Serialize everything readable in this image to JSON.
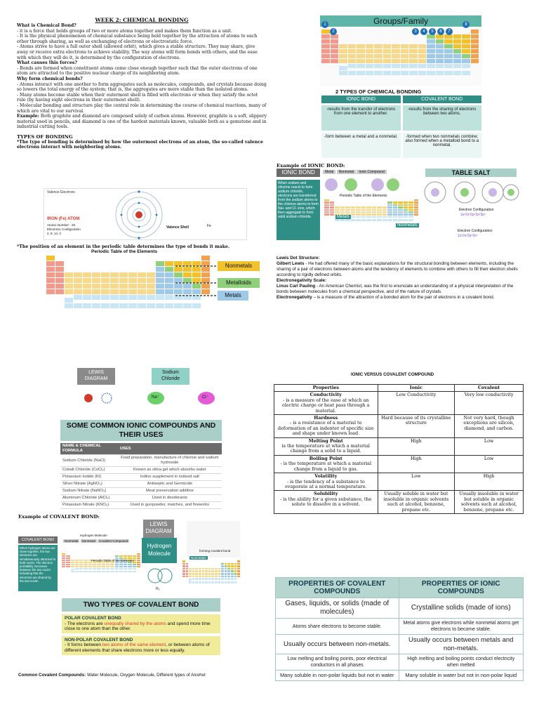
{
  "left_top": {
    "title": "WEEK 2: CHEMICAL BONDING",
    "paragraphs": [
      {
        "h": "What is Chemical Bond?",
        "t": "- it is a force that holds groups of two or more atoms together and makes them function as a unit.\n- It is the physical phenomenon of chemical substance being held together by the attraction of atoms to each other through sharing, as well as exchanging of electrons or electrostatic force.\n- Atoms strive to have a full outer shell (allowed orbit), which gives a stable structure. They may share, give away or receive extra electrons to achieve stability. The way atoms will form bonds with others, and the ease with which they will do it, is determined by the configuration of electrons."
      },
      {
        "h": "What causes this forces?",
        "t": "- Bonds are formed when constituent atoms come close enough together such that the outer electrons of one atom are attracted to the positive nuclear charge of its neighboring atom."
      },
      {
        "h": "Why form chemical bonds?",
        "t": "- Atoms interact with one another to form aggregates such as molecules, compounds, and crystals because doing so lowers the total energy of the system; that is, the aggregates are more stable than the isolated atoms.\n- Many atoms become stable when their outermost shell is filled with electrons or when they satisfy the octet rule (by having eight electrons in their outermost shell).\n- Molecular bonding and structure play the central role in determining the course of chemical reactions, many of which are vital to our survival."
      },
      {
        "h": "Example:",
        "t": "Both graphite and diamond are composed solely of carbon atoms. However, graphite is a soft, slippery material used in pencils, and diamond is one of the hardest materials known, valuable both as a gemstone and in industrial cutting tools."
      }
    ],
    "types_heading": "TYPES OF BONDING",
    "types_text": "*The type of bonding is determined by how the outermost electrons of an atom, the so-called valence electrons interact with neighboring atoms.",
    "position_text": "*The position of an element in the periodic table determines the type of bonds it make.",
    "ptable_title": "Periodic Table of the Elements",
    "atom_labels": {
      "valence": "Valence Electrons",
      "iron": "IRON (Fe) ATOM",
      "atomic": "Atomic Number - 26",
      "config": "Electronic Configuration",
      "config_val": "2, 8, 14, 2",
      "shell": "Valence Shell",
      "fe": "Fe"
    },
    "pt_labels": [
      "Nonmetals",
      "Metalloids",
      "Metals"
    ]
  },
  "right_top": {
    "groups_title": "Groups/Family",
    "group_nums": [
      "1",
      "2",
      "3",
      "4",
      "5",
      "6",
      "7",
      "8"
    ],
    "two_types_title": "2 TYPES OF CHEMICAL BONDING",
    "ionic_head": "IONIC BOND",
    "covalent_head": "COVALENT BOND",
    "ionic_1": "-results from the transfer of electrons from one element to another.",
    "covalent_1": "-results from the sharing of electrons between two atoms.",
    "ionic_2": "-form between a metal and a nonmetal.",
    "covalent_2": "-formed when two nonmetals combine; also formed when a metalloid bond to a nonmetal.",
    "example_ionic": "Example of IONIC BOND:",
    "ionic_bond_label": "IONIC BOND",
    "table_salt": "TABLE SALT",
    "ionic_desc": "When sodium and chlorine reacts to form sodium chloride, electrons are transferred from the sodium atoms to the chlorine atoms to form Na+ and Cl- ions, which then aggregate to form solid sodium chloride.",
    "mini_heads": [
      "Metal",
      "Nonmetal",
      "Ionic Compound"
    ],
    "ec1": "Electron Configuration",
    "ec1v": "1s²2s²2p⁶3s²3p⁵",
    "ec2": "Electron Configuration",
    "ec2v": "1s²2s²2p⁶3s¹",
    "pt_small": "Periodic Table of the Elements",
    "metals_tag": "Metals",
    "nonmetals_tag": "Nonmetals",
    "lewis_h": "Lewis Dot Structure:",
    "lewis_name": "Gilbert Lewis",
    "lewis_t": " - He had offered many of the basic explanations for the structural bonding between elements, including the sharing of a pair of electrons between atoms and the tendency of elements to combine with others to fill their electron shells according to rigidly defined orbits.",
    "en_h": "Electronegativity Scale:",
    "en_name": "Linus Carl Pauling",
    "en_t": " - An American Chemist, was the first to enunciate an understanding of a physical interpretation of the bonds between molecules from a chemical perspective, and of the nature of crystals.",
    "elec_name": "Electronegativity",
    "elec_t": " – is a measure of the attraction of a bonded atom for the pair of electrons in a covalent bond."
  },
  "left_bottom": {
    "lewis_diagram": "LEWIS\nDIAGRAM",
    "sodium_chloride": "Sodium\nChloride",
    "na_plus": "Na⁺",
    "cl_minus": "Cl⁻",
    "common_title": "SOME COMMON IONIC COMPOUNDS AND THEIR USES",
    "uses_headers": [
      "NAME & CHEMICAL FORMULA",
      "USES"
    ],
    "uses_rows": [
      [
        "Sodium Chloride (NaCl)",
        "Food preparation, manufacture of chlorine and sodium hydroxide"
      ],
      [
        "Cobalt Chloride (CoCl₂)",
        "Known as silica gel which absorbs water"
      ],
      [
        "Potassium Iodide (KI)",
        "Iodine supplement in iodized salt"
      ],
      [
        "Silver Nitrate (AgNO₃)",
        "Antiseptic and Germicide"
      ],
      [
        "Sodium Nitrate (NaNO₃)",
        "Meat preservation additive"
      ],
      [
        "Aluminum Chloride (AlCl₃)",
        "Used in deodorants"
      ],
      [
        "Potassium Nitrate (KNO₃)",
        "Used in gunpowder, matches, and fireworks"
      ]
    ],
    "example_cov": "Example of COVALENT BOND:",
    "cov_bond_tag": "COVALENT BOND",
    "cov_desc": "When hydrogen atoms are close together, the two electrons are simultaneously attracted to both nuclei. The electron probability increases between the two nuclei indicating that the electrons are shared by the two nuclei.",
    "hydrogen_mol_head": "Hydrogen Molecule",
    "mini_heads": [
      "Nonmetal",
      "Nonmetal",
      "Covalent Compound"
    ],
    "lewis2": "LEWIS\nDIAGRAM",
    "hydrogen_molecule": "Hydrogen\nMolecule",
    "h2": "H₂",
    "forming": "forming covalent bond",
    "pt_small": "Periodic Table of the Elements",
    "nonmetals_tag": "Nonmetals",
    "two_cov_title": "TWO TYPES OF COVALENT BOND",
    "polar_h": "POLAR COVALENT BOND",
    "polar_t1": "- The electrons are ",
    "polar_em": "unequally shared by the atoms",
    "polar_t2": " and spend more time close to one atom than the other.",
    "nonpolar_h": "NON-POLAR COVALENT BOND",
    "nonpolar_t1": "- It forms between ",
    "nonpolar_em": "two atoms of the same element",
    "nonpolar_t2": ", or between atoms of different elements that share electrons more or less equally.",
    "common_cov_label": "Common Covalent Compounds:",
    "common_cov_text": " Water Molecule, Oxygen Molecule, Different types of Alcohol"
  },
  "right_bottom": {
    "ivc_title": "IONIC VERSUS COVALENT COMPOUND",
    "headers": [
      "Properties",
      "Ionic",
      "Covalent"
    ],
    "rows": [
      {
        "p": "Conductivity",
        "d": "- is a measure of the ease at which an electric charge or heat pass through a material.",
        "i": "Low Conductivity",
        "c": "Very low conductivity"
      },
      {
        "p": "Hardness",
        "d": "- is a resistance of a material to deformation of an indenter of specific size and shape under known load.",
        "i": "Hard because of its crystalline structure",
        "c": "Not very hard, though exceptions are silicon, diamond, and carbon."
      },
      {
        "p": "Melting Point",
        "d": "is the temperature at which a material change from a solid to a liquid.",
        "i": "High",
        "c": "Low"
      },
      {
        "p": "Boiling Point",
        "d": "- is the temperature at which a material change from a liquid to gas.",
        "i": "High",
        "c": "Low"
      },
      {
        "p": "Volatility",
        "d": "- is the tendency of a substance to evaporate at a normal temperature.",
        "i": "Low",
        "c": "High"
      },
      {
        "p": "Solubility",
        "d": "- is the ability for a given substance, the solute to dissolve in a solvent.",
        "i": "Usually soluble in water but insoluble in organic solvents such at alcohol, benzene, propane etc.",
        "c": "Usually insoluble in water but soluble in organic solvents such at alcohol, benzene, propane etc."
      }
    ],
    "pc_headers": [
      "PROPERTIES OF COVALENT COMPOUNDS",
      "PROPERTIES OF IONIC COMPOUNDS"
    ],
    "pc_rows": [
      [
        "Gases, liquids, or solids (made of molecules)",
        "Crystalline solids (made of ions)"
      ],
      [
        "Atoms share electrons to become stable.",
        "Metal atoms give electrons while nonmetal atoms get electrons to become stable."
      ],
      [
        "Usually occurs between non-metals.",
        "Usually occurs between metals and non-metals."
      ],
      [
        "Low melting and boiling points, poor electrical conductors in all phases",
        "High melting and boiling points conduct electricity when melted"
      ],
      [
        "Many soluble in non-polar liquids but not in water",
        "Many soluble in water but not in non-polar liquid"
      ]
    ]
  },
  "colors": {
    "teal": "#2f8f86",
    "teal_light": "#bfe3dc",
    "grey_tag": "#8a8a8a",
    "banner": "#a9cfc8",
    "yellow": "#f1ec9a",
    "red": "#e05a3c"
  }
}
